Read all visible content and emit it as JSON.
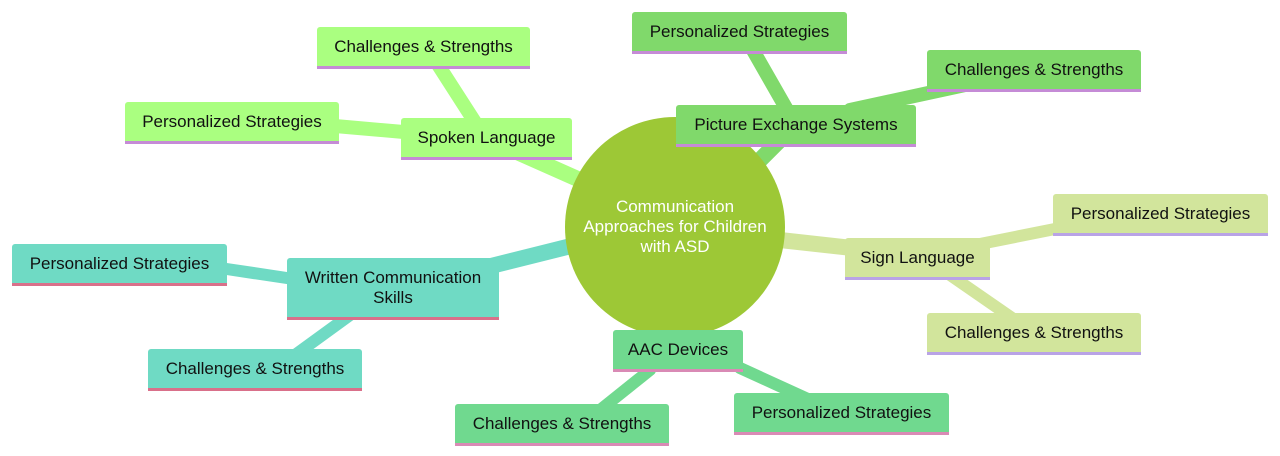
{
  "root": {
    "label": "Communication Approaches for Children with ASD"
  },
  "colors": {
    "root": "#9dc836",
    "spoken": "#aaff80",
    "picture": "#80d96b",
    "sign": "#d2e59c",
    "written": "#6fdac4",
    "aac": "#70d98f"
  },
  "branches": {
    "spoken": {
      "label": "Spoken Language",
      "children": [
        "Challenges & Strengths",
        "Personalized Strategies"
      ]
    },
    "picture": {
      "label": "Picture Exchange Systems",
      "children": [
        "Personalized Strategies",
        "Challenges & Strengths"
      ]
    },
    "sign": {
      "label": "Sign Language",
      "children": [
        "Personalized Strategies",
        "Challenges & Strengths"
      ]
    },
    "written": {
      "label": "Written Communication Skills",
      "children": [
        "Personalized Strategies",
        "Challenges & Strengths"
      ]
    },
    "aac": {
      "label": "AAC Devices",
      "children": [
        "Challenges & Strengths",
        "Personalized Strategies"
      ]
    }
  }
}
